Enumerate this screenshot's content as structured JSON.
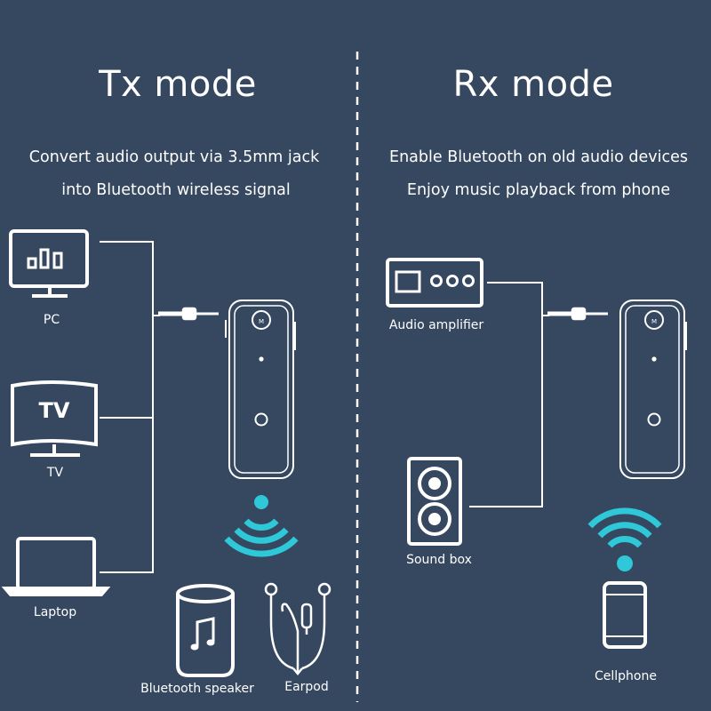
{
  "tx": {
    "title": "Tx mode",
    "line1": "Convert audio output via 3.5mm jack",
    "line2": "into Bluetooth wireless signal",
    "devices": {
      "pc": "PC",
      "tv": "TV",
      "tv_screen_text": "TV",
      "laptop": "Laptop",
      "speaker": "Bluetooth speaker",
      "earpod": "Earpod"
    }
  },
  "rx": {
    "title": "Rx mode",
    "line1": "Enable Bluetooth on old audio devices",
    "line2": "Enjoy music playback from phone",
    "devices": {
      "amplifier": "Audio amplifier",
      "soundbox": "Sound box",
      "cellphone": "Cellphone"
    }
  },
  "colors": {
    "background": "#364760",
    "line": "#ffffff",
    "bluetooth_wave": "#2ec8d8"
  }
}
